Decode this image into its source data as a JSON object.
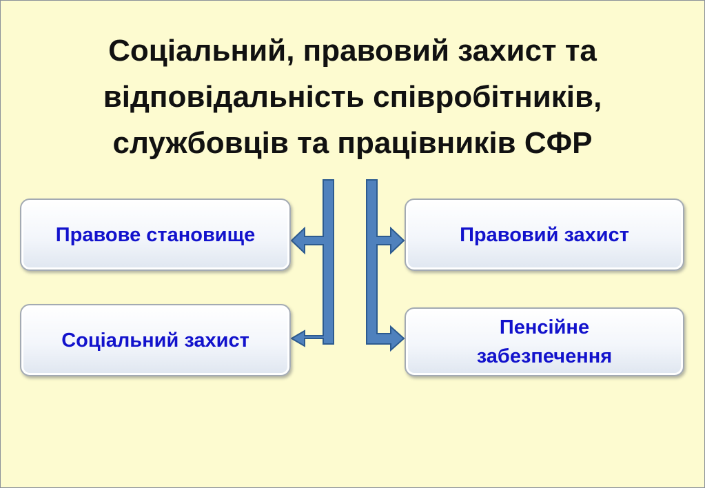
{
  "title": {
    "lines": [
      "Соціальний, правовий захист та",
      "відповідальність співробітників,",
      "службовців та працівників СФР"
    ]
  },
  "left_boxes": [
    {
      "lines": [
        "Правове становище"
      ]
    },
    {
      "lines": [
        "Соціальний захист"
      ]
    }
  ],
  "right_boxes": [
    {
      "lines": [
        "Правовий захист"
      ]
    },
    {
      "lines": [
        "Пенсійне",
        "забезпечення"
      ]
    }
  ],
  "colors": {
    "background": "#fdfbd0",
    "title_text": "#111111",
    "box_text": "#1212cc",
    "connector_fill": "#4f81bd",
    "connector_stroke": "#2c5a8f",
    "box_border": "#a3aab3"
  },
  "icons": {
    "connector": "branch-arrow"
  }
}
